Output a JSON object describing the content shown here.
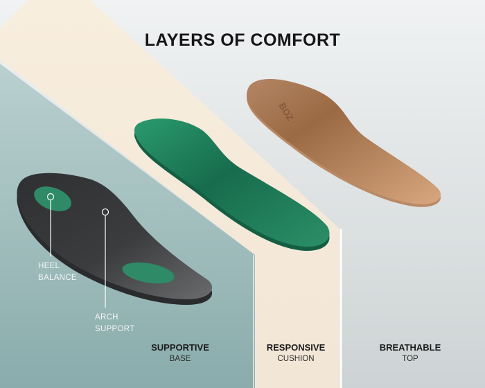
{
  "title": "LAYERS OF COMFORT",
  "layers": [
    {
      "name": "SUPPORTIVE",
      "sub": "BASE"
    },
    {
      "name": "RESPONSIVE",
      "sub": "CUSHION"
    },
    {
      "name": "BREATHABLE",
      "sub": "TOP"
    }
  ],
  "callouts": {
    "heel": {
      "line1": "HEEL",
      "line2": "BALANCE"
    },
    "arch": {
      "line1": "ARCH",
      "line2": "SUPPORT"
    }
  },
  "logo_text": "BOZ",
  "colors": {
    "teal_panel": "#98b5b5",
    "cream_panel": "#f5eadb",
    "gray_panel": "#d4d9da",
    "base_layer": "#3c3d3f",
    "cushion_layer": "#1f7f5c",
    "top_layer": "#c79468",
    "accent_pad": "#2f8a67"
  }
}
